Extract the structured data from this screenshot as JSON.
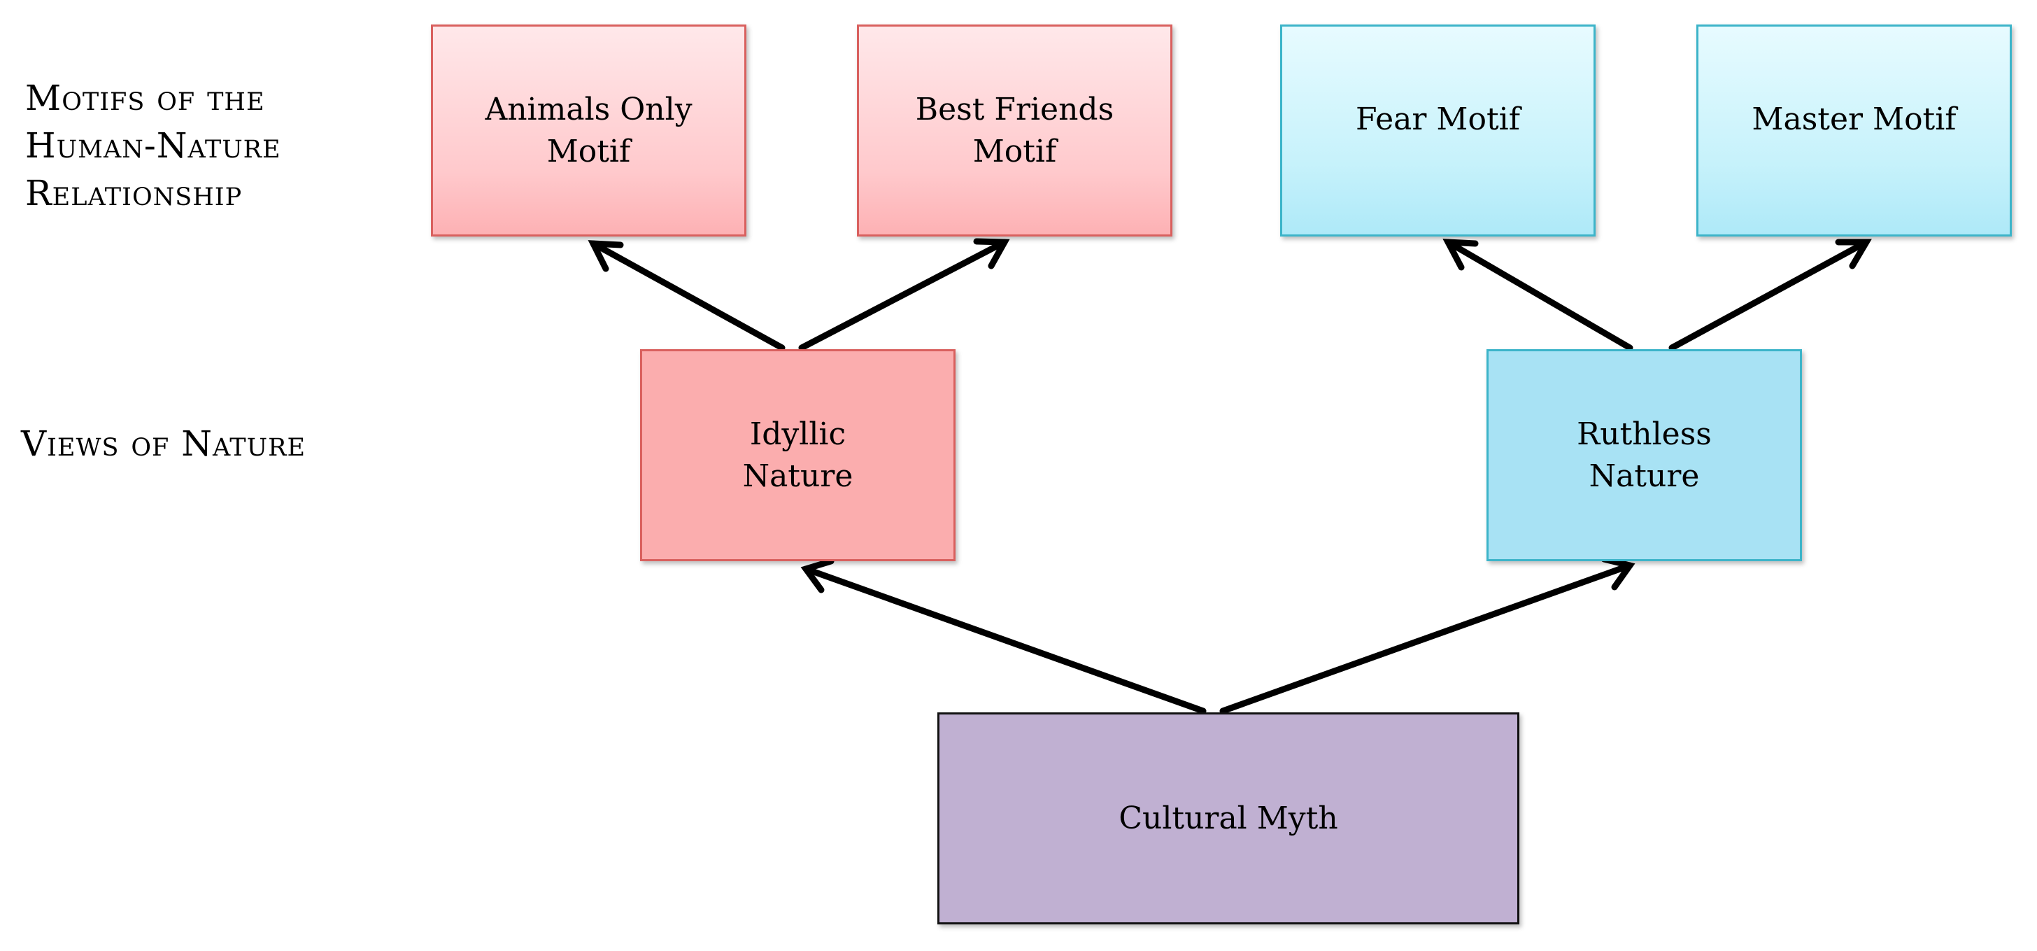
{
  "row_labels": {
    "motifs": [
      "Motifs of the",
      "Human-Nature",
      "Relationship"
    ],
    "views": "Views of Nature"
  },
  "boxes": {
    "animals_only": [
      "Animals Only",
      "Motif"
    ],
    "best_friends": [
      "Best Friends",
      "Motif"
    ],
    "fear": "Fear Motif",
    "master": "Master Motif",
    "idyllic": [
      "Idyllic",
      "Nature"
    ],
    "ruthless": [
      "Ruthless",
      "Nature"
    ],
    "cultural_myth": "Cultural Myth"
  },
  "colors": {
    "idyllic_fill": "#fbadae",
    "ruthless_fill": "#a8e2f4",
    "myth_fill": "#c0b0d2",
    "pink_border": "#d9605e",
    "blue_border": "#3cb4c9",
    "arrow": "#000000"
  }
}
